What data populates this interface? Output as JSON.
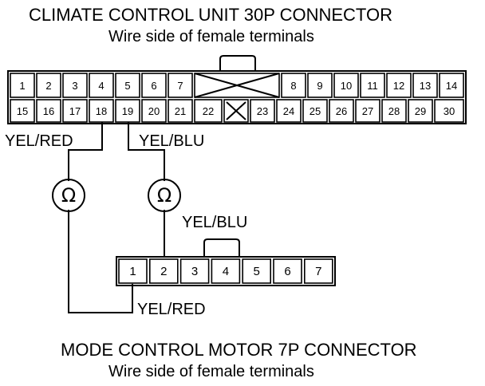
{
  "top_connector": {
    "title": "CLIMATE CONTROL UNIT 30P CONNECTOR",
    "subtitle": "Wire side of female terminals",
    "row1": [
      "1",
      "2",
      "3",
      "4",
      "5",
      "6",
      "7",
      "",
      "8",
      "9",
      "10",
      "11",
      "12",
      "13",
      "14"
    ],
    "row2": [
      "15",
      "16",
      "17",
      "18",
      "19",
      "20",
      "21",
      "22",
      "",
      "23",
      "24",
      "25",
      "26",
      "27",
      "28",
      "29",
      "30"
    ]
  },
  "bottom_connector": {
    "title": "MODE CONTROL MOTOR 7P CONNECTOR",
    "subtitle": "Wire side of female terminals",
    "pins": [
      "1",
      "2",
      "3",
      "4",
      "5",
      "6",
      "7"
    ]
  },
  "wires": {
    "left_top": "YEL/RED",
    "right_top": "YEL/BLU",
    "bottom_upper": "YEL/BLU",
    "bottom_lower": "YEL/RED"
  },
  "meters": {
    "left_symbol": "Ω",
    "right_symbol": "Ω"
  }
}
